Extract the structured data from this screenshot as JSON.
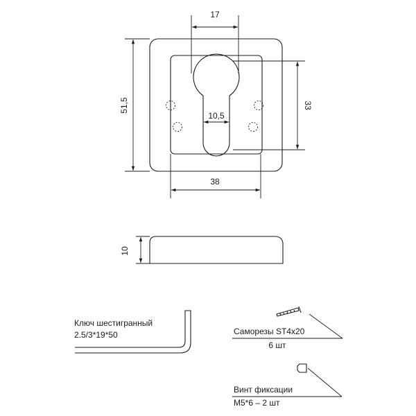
{
  "dimensions": {
    "keyhole_width": "17",
    "plate_height": "51,5",
    "slot_width": "10,5",
    "hole_spacing_vertical": "33",
    "inner_width": "38",
    "thickness": "10"
  },
  "accessories": {
    "hex_key": {
      "line1": "Ключ шестигранный",
      "line2": "2.5/3*19*50"
    },
    "screws": {
      "name": "Саморезы ST4x20",
      "qty": "6 шт"
    },
    "set_screw": {
      "name": "Винт фиксации",
      "qty": "M5*6 – 2 шт"
    }
  },
  "colors": {
    "line": "#1a1a1a",
    "background": "#ffffff"
  }
}
